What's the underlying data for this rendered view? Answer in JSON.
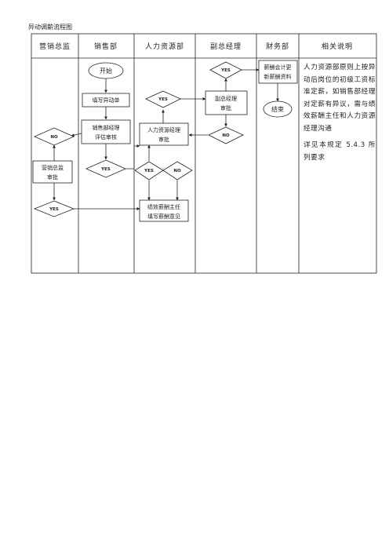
{
  "page": {
    "title": "异动调薪流程图"
  },
  "columns": [
    "营销总监",
    "销售部",
    "人力资源部",
    "副总经理",
    "财务部",
    "相关说明"
  ],
  "nodes": {
    "start": "开始",
    "fill_form": "填写异动单",
    "sales_mgr_line1": "销售部经理",
    "sales_mgr_line2": "评估审核",
    "mkt_dir_line1": "营销总监",
    "mkt_dir_line2": "审批",
    "hr_mgr_line1": "人力资源经理",
    "hr_mgr_line2": "审批",
    "comp_line1": "绩效薪酬主任",
    "comp_line2": "填写薪酬意见",
    "vp_line1": "副总经理",
    "vp_line2": "审批",
    "payroll_line1": "薪酬会计更",
    "payroll_line2": "新薪酬资料",
    "end": "结束"
  },
  "decisions": {
    "yes": "YES",
    "no": "NO"
  },
  "notes": {
    "para1": "人力资源部原则上按异动后岗位的初级工资标准定薪，如销售部经理对定薪有异议，需与绩效薪酬主任和人力资源经理沟通",
    "para2": "详见本规定 5.4.3 所列要求"
  }
}
